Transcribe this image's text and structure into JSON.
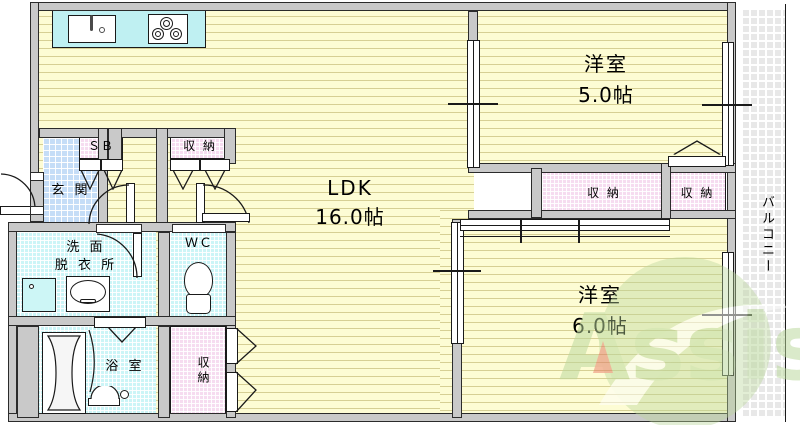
{
  "document": {
    "type": "floor-plan",
    "title": "2LDK apartment floor plan",
    "language": "ja"
  },
  "rooms": [
    {
      "id": "ldk",
      "name": "LDK",
      "size": "16.0帖",
      "floor": "wood"
    },
    {
      "id": "washitsu5",
      "name": "洋室",
      "size": "5.0帖",
      "floor": "wood"
    },
    {
      "id": "washitsu6",
      "name": "洋室",
      "size": "6.0帖",
      "floor": "wood"
    },
    {
      "id": "genkan",
      "name": "玄関",
      "size": "",
      "floor": "tile"
    },
    {
      "id": "senmen",
      "name": "洗面\n脱衣所",
      "size": "",
      "floor": "tile"
    },
    {
      "id": "wc",
      "name": "ＷＣ",
      "size": "",
      "floor": "tile"
    },
    {
      "id": "yokushitsu",
      "name": "浴室",
      "size": "",
      "floor": "tile"
    },
    {
      "id": "balcony",
      "name": "バルコニー",
      "size": "",
      "floor": "tile"
    }
  ],
  "labels": {
    "ldk_name": "LDK",
    "ldk_size": "16.0帖",
    "bed5_name": "洋室",
    "bed5_size": "5.0帖",
    "bed6_name": "洋室",
    "bed6_size": "6.0帖",
    "genkan": "玄 関",
    "senmen_line1": "洗 面",
    "senmen_line2": "脱 衣 所",
    "wc": "ＷＣ",
    "yokushitsu": "浴 室",
    "balcony": "バルコニー",
    "shoe_box": "ＳＢ",
    "closet_hall": "収 納",
    "closet_mid": "収 納",
    "closet_right": "収 納",
    "closet_bottom": "収納"
  },
  "storage": [
    {
      "id": "sb",
      "label": "ＳＢ",
      "kind": "shoe-box",
      "doors": "double-swing"
    },
    {
      "id": "hall-closet",
      "label": "収 納",
      "kind": "closet",
      "doors": "double-swing"
    },
    {
      "id": "mid-closet",
      "label": "収 納",
      "kind": "closet",
      "doors": "sliding"
    },
    {
      "id": "right-closet",
      "label": "収 納",
      "kind": "closet",
      "doors": "single-swing"
    },
    {
      "id": "low-closet",
      "label": "収納",
      "kind": "closet",
      "doors": "folding"
    }
  ],
  "fixtures": [
    {
      "id": "sink",
      "icon": "kitchen-sink-icon",
      "room": "ldk"
    },
    {
      "id": "stove",
      "icon": "gas-stove-icon",
      "room": "ldk",
      "burners": 3
    },
    {
      "id": "washer-pan",
      "icon": "washer-pan-icon",
      "room": "senmen"
    },
    {
      "id": "vanity",
      "icon": "vanity-basin-icon",
      "room": "senmen"
    },
    {
      "id": "toilet",
      "icon": "toilet-icon",
      "room": "wc"
    },
    {
      "id": "bathtub",
      "icon": "bathtub-icon",
      "room": "yokushitsu"
    },
    {
      "id": "shower",
      "icon": "shower-icon",
      "room": "yokushitsu"
    }
  ],
  "watermark": {
    "text": "Assist",
    "color_green": "#b9d69a",
    "color_accent": "#e8705f"
  },
  "colors": {
    "floor_wood": "#fdfcd4",
    "floor_stripe": "#b7aa60",
    "tile_wet": "#ccf5f7",
    "tile_entrance": "#c5ddf7",
    "tile_closet": "#f6dcf0",
    "tile_balcony": "#e8e8e8",
    "kitchen_counter": "#bff0f2",
    "wall": "#c9c9c9",
    "outline": "#1a1a1a"
  }
}
